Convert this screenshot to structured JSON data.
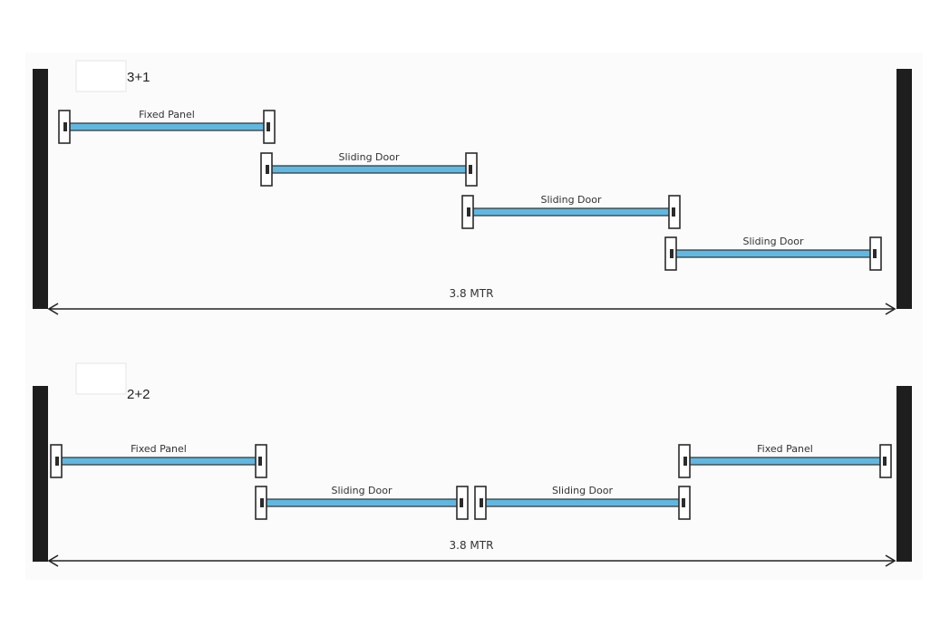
{
  "colors": {
    "background": "#ffffff",
    "panel_area": "#fbfbfb",
    "wall": "#1e1e1e",
    "glass": "#5fb8e2",
    "glass_edge": "#3a3a3a",
    "frame": "#2b2b2b",
    "dimension_line": "#222222"
  },
  "diagrams": [
    {
      "config_label": "3+1",
      "dimension_label": "3.8 MTR",
      "panels": [
        {
          "type": "fixed",
          "label": "Fixed Panel"
        },
        {
          "type": "sliding",
          "label": "Sliding Door"
        },
        {
          "type": "sliding",
          "label": "Sliding Door"
        },
        {
          "type": "sliding",
          "label": "Sliding Door"
        }
      ]
    },
    {
      "config_label": "2+2",
      "dimension_label": "3.8 MTR",
      "panels": [
        {
          "type": "fixed",
          "label": "Fixed Panel"
        },
        {
          "type": "sliding",
          "label": "Sliding Door"
        },
        {
          "type": "sliding",
          "label": "Sliding Door"
        },
        {
          "type": "fixed",
          "label": "Fixed Panel"
        }
      ]
    }
  ]
}
